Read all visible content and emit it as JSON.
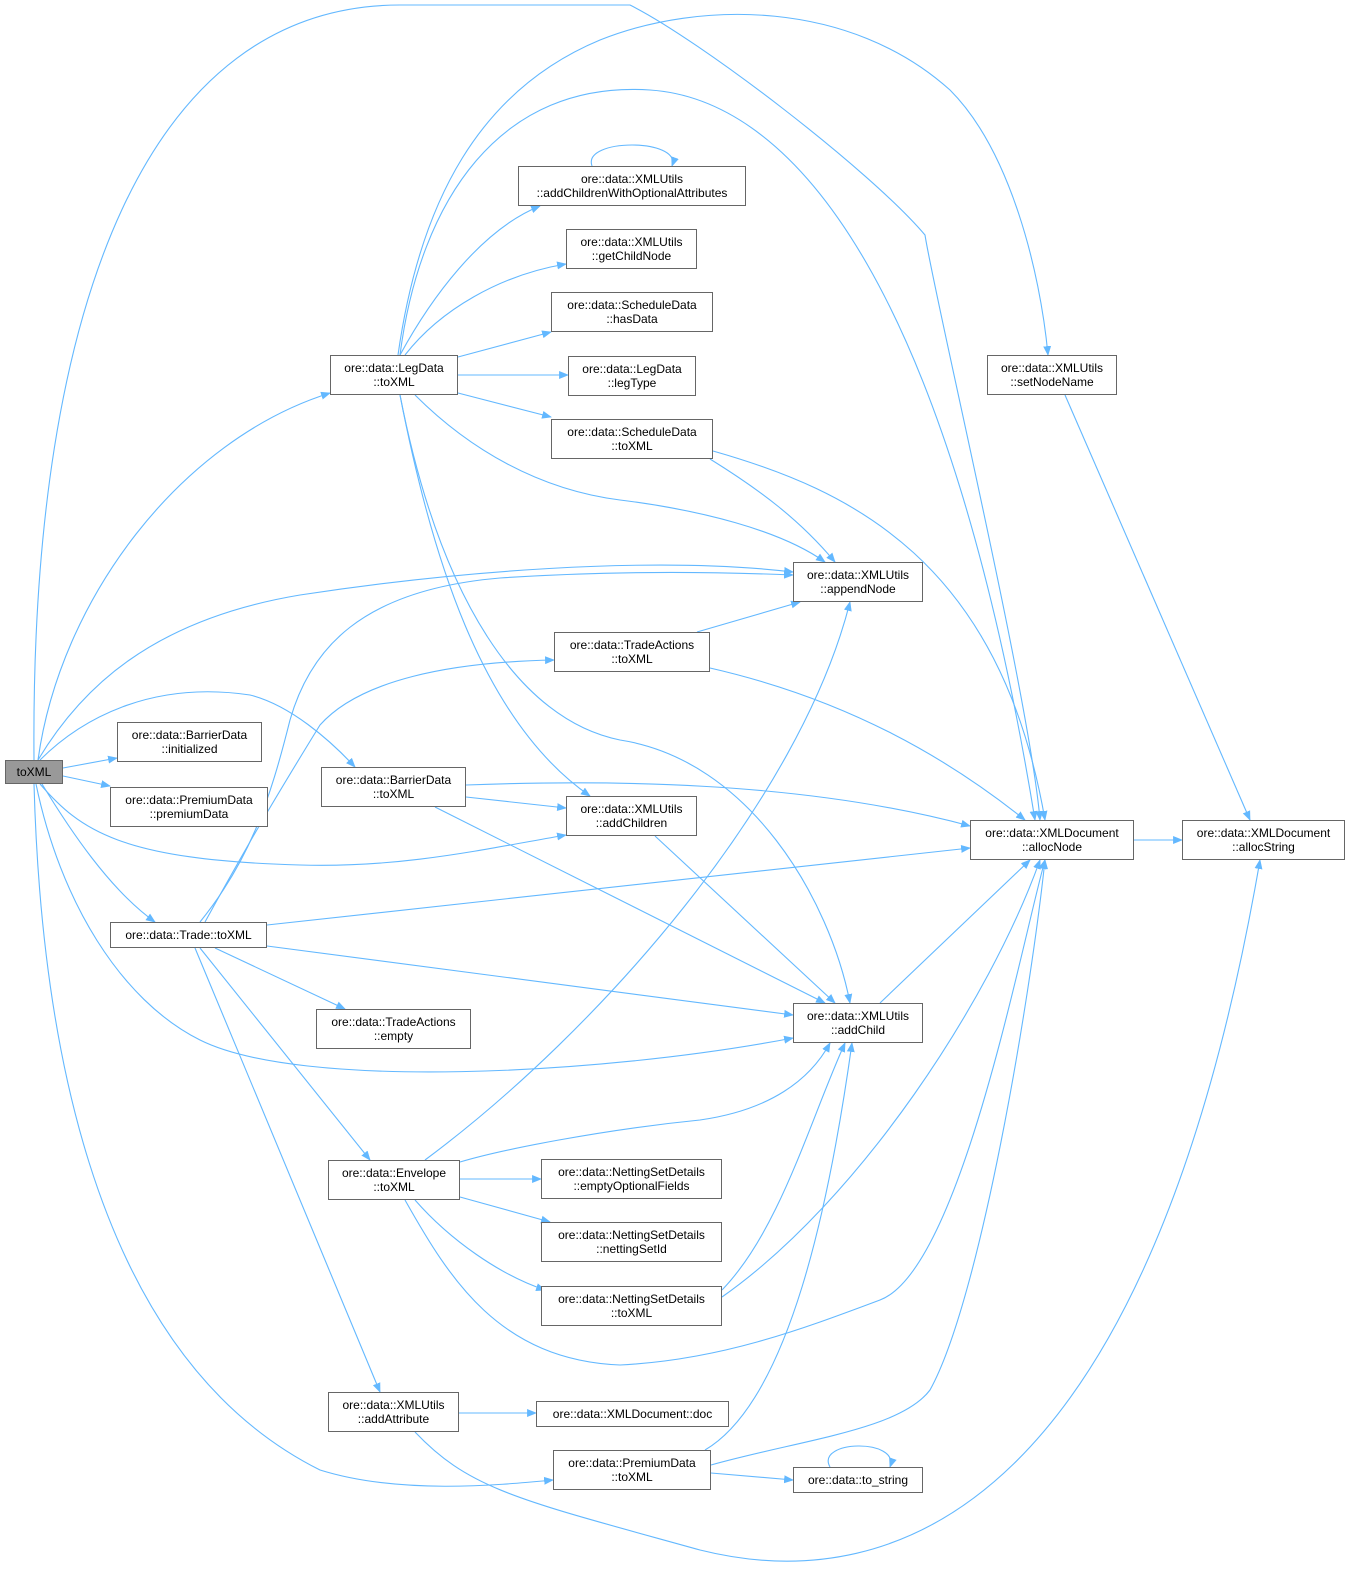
{
  "graph": {
    "root": "toXML",
    "nodes": {
      "root": [
        "toXML"
      ],
      "barrier_initialized": [
        "ore::data::BarrierData",
        "::initialized"
      ],
      "premium_premiumData": [
        "ore::data::PremiumData",
        "::premiumData"
      ],
      "legdata_toXML": [
        "ore::data::LegData",
        "::toXML"
      ],
      "barrier_toXML": [
        "ore::data::BarrierData",
        "::toXML"
      ],
      "trade_toXML": [
        "ore::data::Trade::toXML"
      ],
      "tradeactions_empty": [
        "ore::data::TradeActions",
        "::empty"
      ],
      "envelope_toXML": [
        "ore::data::Envelope",
        "::toXML"
      ],
      "xmlutils_addAttribute": [
        "ore::data::XMLUtils",
        "::addAttribute"
      ],
      "xmlutils_addChildrenWithOptionalAttributes": [
        "ore::data::XMLUtils",
        "::addChildrenWithOptionalAttributes"
      ],
      "xmlutils_getChildNode": [
        "ore::data::XMLUtils",
        "::getChildNode"
      ],
      "schedule_hasData": [
        "ore::data::ScheduleData",
        "::hasData"
      ],
      "legdata_legType": [
        "ore::data::LegData",
        "::legType"
      ],
      "schedule_toXML": [
        "ore::data::ScheduleData",
        "::toXML"
      ],
      "tradeactions_toXML": [
        "ore::data::TradeActions",
        "::toXML"
      ],
      "xmlutils_addChildren": [
        "ore::data::XMLUtils",
        "::addChildren"
      ],
      "netting_emptyOptionalFields": [
        "ore::data::NettingSetDetails",
        "::emptyOptionalFields"
      ],
      "netting_nettingSetId": [
        "ore::data::NettingSetDetails",
        "::nettingSetId"
      ],
      "netting_toXML": [
        "ore::data::NettingSetDetails",
        "::toXML"
      ],
      "xmldoc_doc": [
        "ore::data::XMLDocument::doc"
      ],
      "premium_toXML": [
        "ore::data::PremiumData",
        "::toXML"
      ],
      "xmlutils_appendNode": [
        "ore::data::XMLUtils",
        "::appendNode"
      ],
      "xmlutils_addChild": [
        "ore::data::XMLUtils",
        "::addChild"
      ],
      "to_string": [
        "ore::data::to_string"
      ],
      "xmlutils_setNodeName": [
        "ore::data::XMLUtils",
        "::setNodeName"
      ],
      "xmldoc_allocNode": [
        "ore::data::XMLDocument",
        "::allocNode"
      ],
      "xmldoc_allocString": [
        "ore::data::XMLDocument",
        "::allocString"
      ]
    },
    "colors": {
      "edge": "#63b8ff",
      "root_fill": "#999999",
      "node_border": "#666666"
    }
  }
}
